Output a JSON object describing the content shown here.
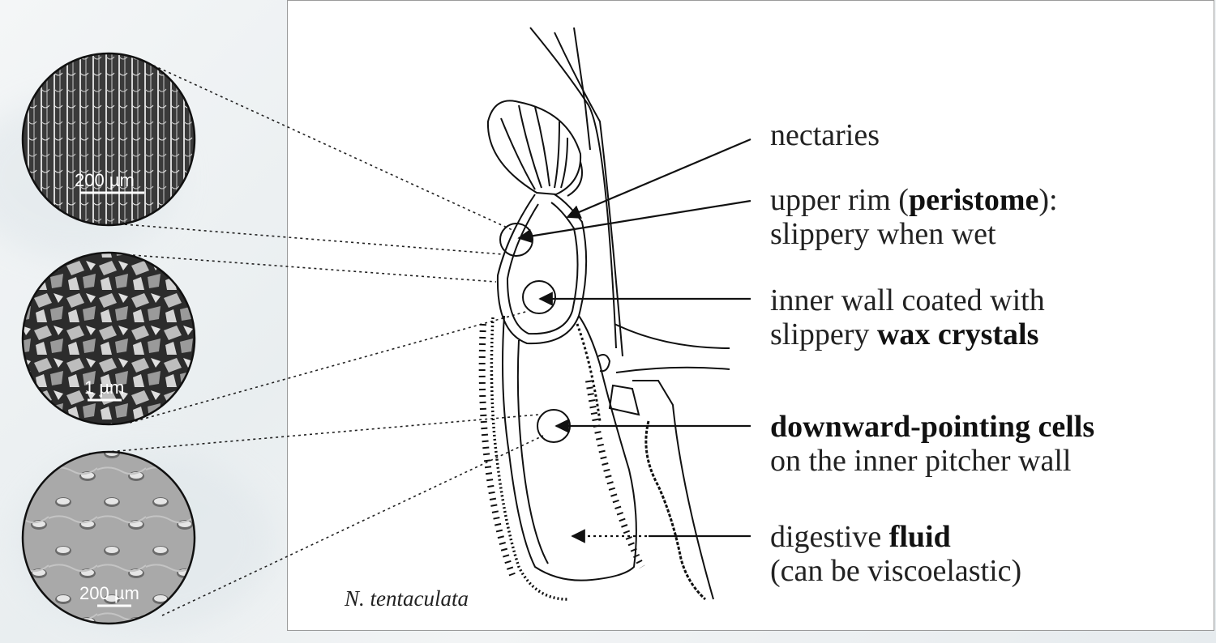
{
  "labels": {
    "nectaries": "nectaries",
    "peristome_pre": "upper rim (",
    "peristome_bold": "peristome",
    "peristome_post": "):",
    "peristome_line2": "slippery when wet",
    "wax_line1": "inner wall coated with",
    "wax_pre": "slippery ",
    "wax_bold": "wax crystals",
    "cells_bold": "downward-pointing cells",
    "cells_line2": "on the inner pitcher wall",
    "fluid_pre": "digestive ",
    "fluid_bold": "fluid",
    "fluid_line2": "(can be viscoelastic)"
  },
  "species": "N. tentaculata",
  "micrographs": [
    {
      "scale": "200 µm",
      "texture": "ridges"
    },
    {
      "scale": "1 µm",
      "texture": "wax-crystals"
    },
    {
      "scale": "200 µm",
      "texture": "cells"
    }
  ]
}
